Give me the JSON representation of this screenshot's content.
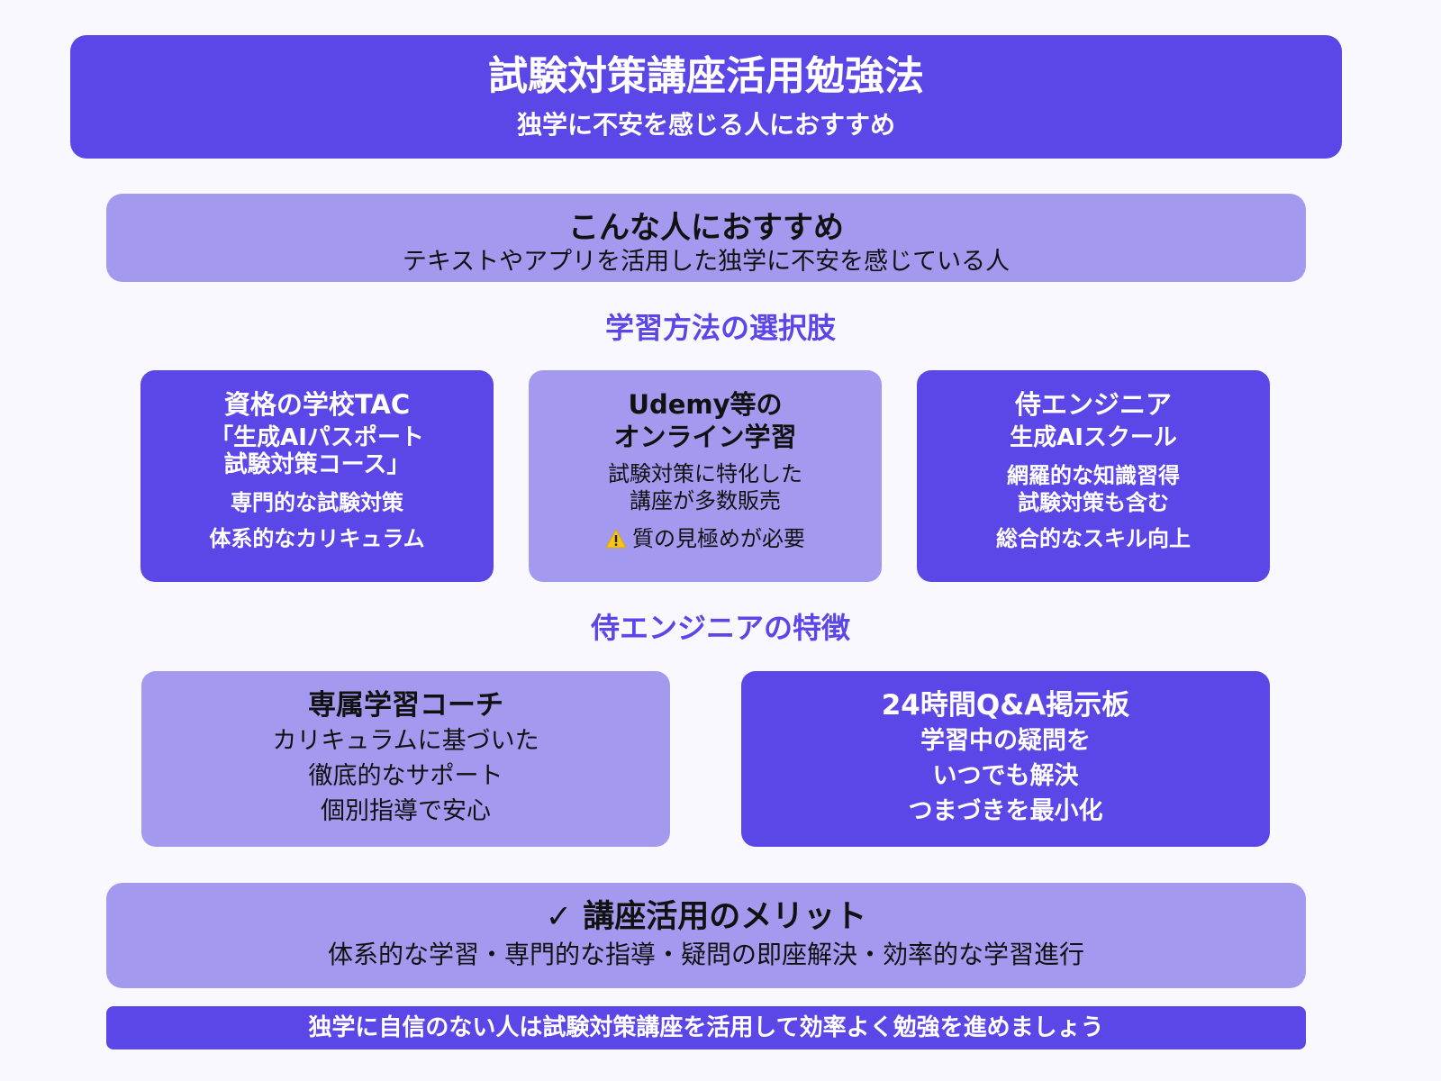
{
  "colors": {
    "background": "#f8f8fe",
    "primary": "#5b46e8",
    "secondary": "#a39aef",
    "text_dark": "#111111",
    "text_light": "#ffffff"
  },
  "header": {
    "title": "試験対策講座活用勉強法",
    "subtitle": "独学に不安を感じる人におすすめ"
  },
  "audience": {
    "title": "こんな人におすすめ",
    "description": "テキストやアプリを活用した独学に不安を感じている人"
  },
  "options_section": {
    "title": "学習方法の選択肢",
    "cards": [
      {
        "title": "資格の学校TAC",
        "subtitle_lines": [
          "「生成AIパスポート",
          "試験対策コース」"
        ],
        "points": [
          "専門的な試験対策",
          "体系的なカリキュラム"
        ]
      },
      {
        "title_lines": [
          "Udemy等の",
          "オンライン学習"
        ],
        "description_lines": [
          "試験対策に特化した",
          "講座が多数販売"
        ],
        "warning_icon": "warning-icon",
        "warning": "質の見極めが必要"
      },
      {
        "title": "侍エンジニア",
        "subtitle": "生成AIスクール",
        "description_lines": [
          "網羅的な知識習得",
          "試験対策も含む"
        ],
        "point": "総合的なスキル向上"
      }
    ]
  },
  "features_section": {
    "title": "侍エンジニアの特徴",
    "cards": [
      {
        "title": "専属学習コーチ",
        "lines": [
          "カリキュラムに基づいた",
          "徹底的なサポート",
          "個別指導で安心"
        ]
      },
      {
        "title": "24時間Q&A掲示板",
        "lines": [
          "学習中の疑問を",
          "いつでも解決",
          "つまづきを最小化"
        ]
      }
    ]
  },
  "merits": {
    "icon": "check-icon",
    "title": "✓ 講座活用のメリット",
    "description": "体系的な学習・専門的な指導・疑問の即座解決・効率的な学習進行"
  },
  "footer": {
    "message": "独学に自信のない人は試験対策講座を活用して効率よく勉強を進めましょう"
  }
}
